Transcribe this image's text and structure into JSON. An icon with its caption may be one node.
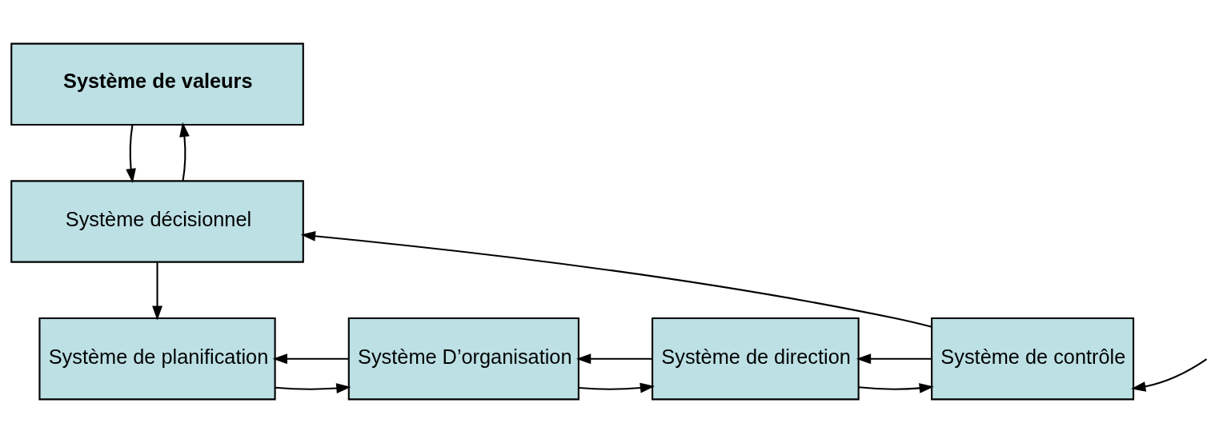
{
  "diagram": {
    "nodes": [
      {
        "text": [
          "Système de valeurs"
        ]
      },
      {
        "text": [
          "Système décisionnel"
        ]
      },
      {
        "text": [
          "Système de planification"
        ]
      },
      {
        "text": [
          "Système D’organisation"
        ]
      },
      {
        "text": [
          "Système de direction"
        ]
      },
      {
        "text": [
          "Système de contrôle"
        ]
      }
    ],
    "edges": [
      {
        "from": 0,
        "to": 1,
        "arrow": "to"
      },
      {
        "from": 1,
        "to": 0,
        "arrow": "to"
      },
      {
        "from": 1,
        "to": 2,
        "arrow": "to"
      },
      {
        "from": 5,
        "to": 1,
        "arrow": "to"
      },
      {
        "from": 2,
        "to": 3,
        "arrow": "to"
      },
      {
        "from": 3,
        "to": 2,
        "arrow": "to"
      },
      {
        "from": 3,
        "to": 4,
        "arrow": "to"
      },
      {
        "from": 4,
        "to": 3,
        "arrow": "to"
      },
      {
        "from": 4,
        "to": 5,
        "arrow": "to"
      },
      {
        "from": 5,
        "to": 4,
        "arrow": "to"
      },
      {
        "from": null,
        "to": 5,
        "arrow": "to"
      }
    ]
  }
}
